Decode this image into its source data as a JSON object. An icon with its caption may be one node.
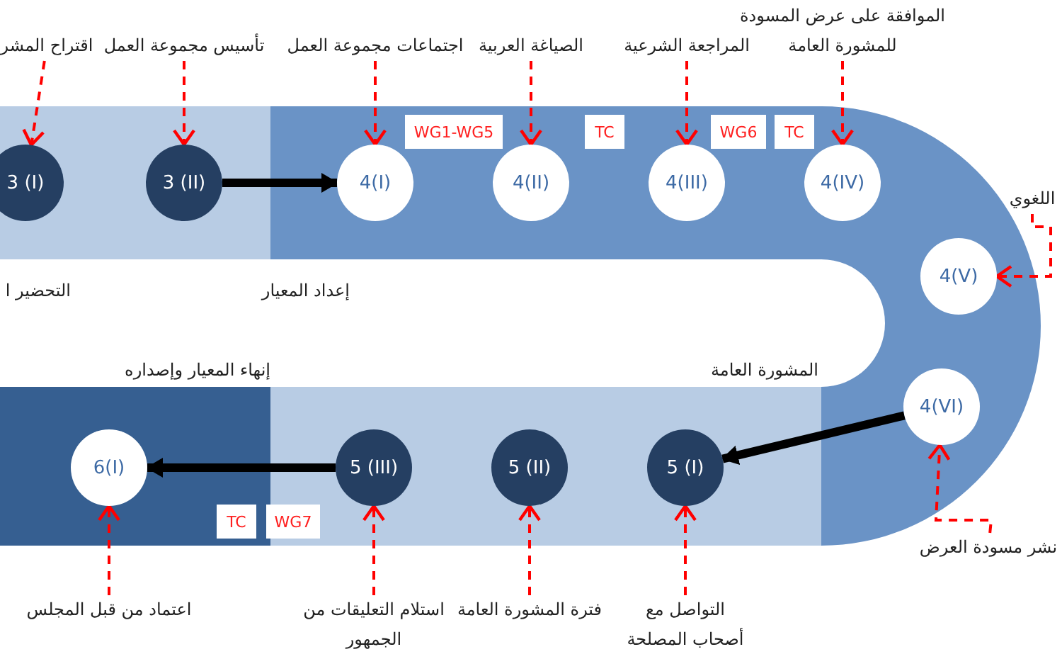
{
  "diagram": {
    "nodes": [
      {
        "text": [
          "التحضير ا"
        ]
      },
      {
        "text": [
          "3 (I)"
        ],
        "in": 0
      },
      {
        "text": [
          "3 (II)"
        ],
        "in": 0
      },
      {
        "text": [
          "إعداد المعيار"
        ]
      },
      {
        "text": [
          "4(I)"
        ],
        "in": 3
      },
      {
        "text": [
          "4(II)"
        ],
        "in": 3
      },
      {
        "text": [
          "4(III)"
        ],
        "in": 3
      },
      {
        "text": [
          "4(IV)"
        ],
        "in": 3
      },
      {
        "text": [
          "4(V)"
        ],
        "in": 3
      },
      {
        "text": [
          "4(VI)"
        ],
        "in": 3
      },
      {
        "text": [
          "WG1-WG5"
        ],
        "in": 3
      },
      {
        "text": [
          "TC"
        ],
        "in": 3
      },
      {
        "text": [
          "WG6"
        ],
        "in": 3
      },
      {
        "text": [
          "TC"
        ],
        "in": 3
      },
      {
        "text": [
          "المشورة العامة"
        ]
      },
      {
        "text": [
          "5 (I)"
        ],
        "in": 14
      },
      {
        "text": [
          "5 (II)"
        ],
        "in": 14
      },
      {
        "text": [
          "5 (III)"
        ],
        "in": 14
      },
      {
        "text": [
          "إنهاء المعيار وإصداره"
        ]
      },
      {
        "text": [
          "6(I)"
        ],
        "in": 18
      },
      {
        "text": [
          "TC"
        ],
        "in": 18
      },
      {
        "text": [
          "WG7"
        ]
      },
      {
        "text": [
          "اقتراح المشر"
        ]
      },
      {
        "text": [
          "تأسيس مجموعة العمل"
        ]
      },
      {
        "text": [
          "اجتماعات مجموعة العمل"
        ]
      },
      {
        "text": [
          "الصياغة العربية"
        ]
      },
      {
        "text": [
          "المراجعة الشرعية"
        ]
      },
      {
        "text": [
          "الموافقة على عرض المسودة للمشورة العامة"
        ]
      },
      {
        "text": [
          "اللغوي"
        ]
      },
      {
        "text": [
          "نشر مسودة العرض"
        ]
      },
      {
        "text": [
          "التواصل مع أصحاب المصلحة"
        ]
      },
      {
        "text": [
          "فترة المشورة العامة"
        ]
      },
      {
        "text": [
          "استلام التعليقات من الجمهور"
        ]
      },
      {
        "text": [
          "اعتماد من قبل المجلس"
        ]
      }
    ],
    "edges": [
      {
        "from": 2,
        "to": 4,
        "arrow": "to",
        "style": "thick",
        "color": "#000000"
      },
      {
        "from": 9,
        "to": 15,
        "arrow": "to",
        "style": "thick",
        "color": "#000000"
      },
      {
        "from": 17,
        "to": 19,
        "arrow": "to",
        "style": "thick",
        "color": "#000000"
      },
      {
        "from": 22,
        "to": 1,
        "arrow": "to",
        "style": "dashed",
        "color": "#ff0000"
      },
      {
        "from": 23,
        "to": 2,
        "arrow": "to",
        "style": "dashed",
        "color": "#ff0000"
      },
      {
        "from": 24,
        "to": 4,
        "arrow": "to",
        "style": "dashed",
        "color": "#ff0000"
      },
      {
        "from": 25,
        "to": 5,
        "arrow": "to",
        "style": "dashed",
        "color": "#ff0000"
      },
      {
        "from": 26,
        "to": 6,
        "arrow": "to",
        "style": "dashed",
        "color": "#ff0000"
      },
      {
        "from": 27,
        "to": 7,
        "arrow": "to",
        "style": "dashed",
        "color": "#ff0000"
      },
      {
        "from": 28,
        "to": 8,
        "arrow": "to",
        "style": "dashed",
        "color": "#ff0000"
      },
      {
        "from": 29,
        "to": 9,
        "arrow": "to",
        "style": "dashed",
        "color": "#ff0000"
      },
      {
        "from": 30,
        "to": 15,
        "arrow": "to",
        "style": "dashed",
        "color": "#ff0000"
      },
      {
        "from": 31,
        "to": 16,
        "arrow": "to",
        "style": "dashed",
        "color": "#ff0000"
      },
      {
        "from": 32,
        "to": 17,
        "arrow": "to",
        "style": "dashed",
        "color": "#ff0000"
      },
      {
        "from": 33,
        "to": 19,
        "arrow": "to",
        "style": "dashed",
        "color": "#ff0000"
      }
    ]
  }
}
